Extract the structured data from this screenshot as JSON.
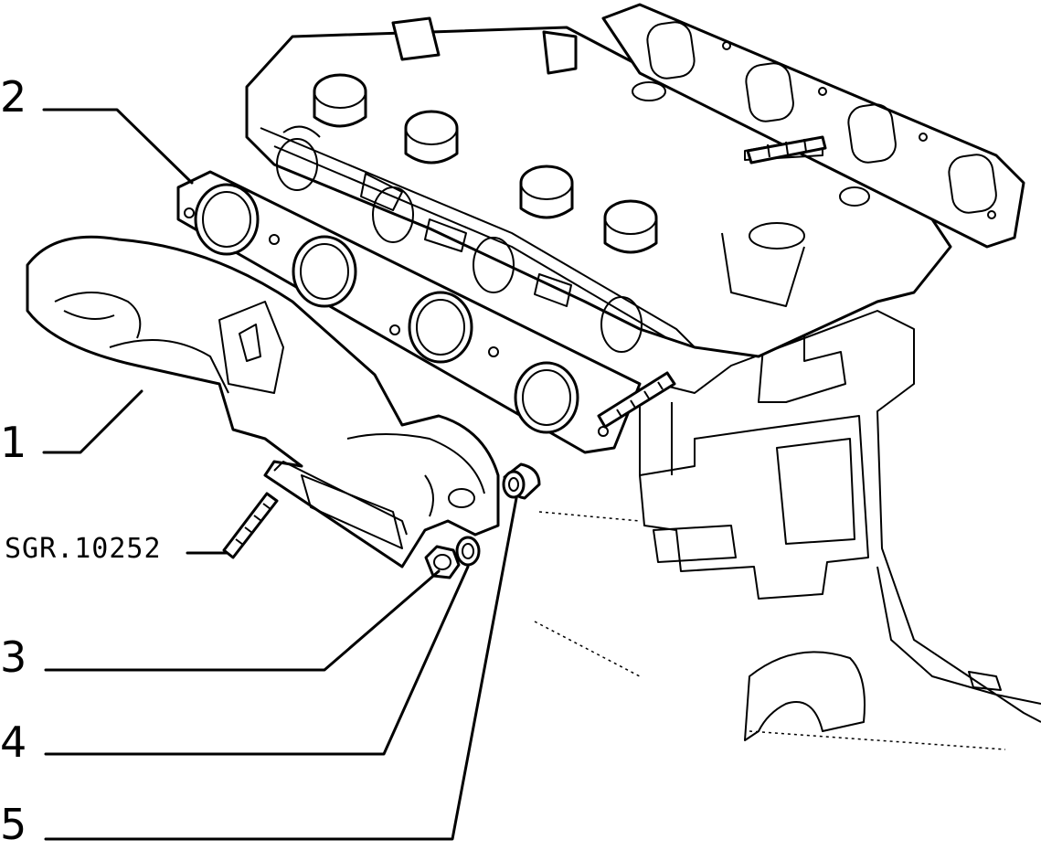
{
  "diagram": {
    "reference_code": "SGR.10252",
    "callouts": [
      {
        "id": "1",
        "label": "1"
      },
      {
        "id": "2",
        "label": "2"
      },
      {
        "id": "3",
        "label": "3"
      },
      {
        "id": "4",
        "label": "4"
      },
      {
        "id": "5",
        "label": "5"
      }
    ]
  },
  "colors": {
    "ink": "#000000",
    "paper": "#ffffff"
  }
}
